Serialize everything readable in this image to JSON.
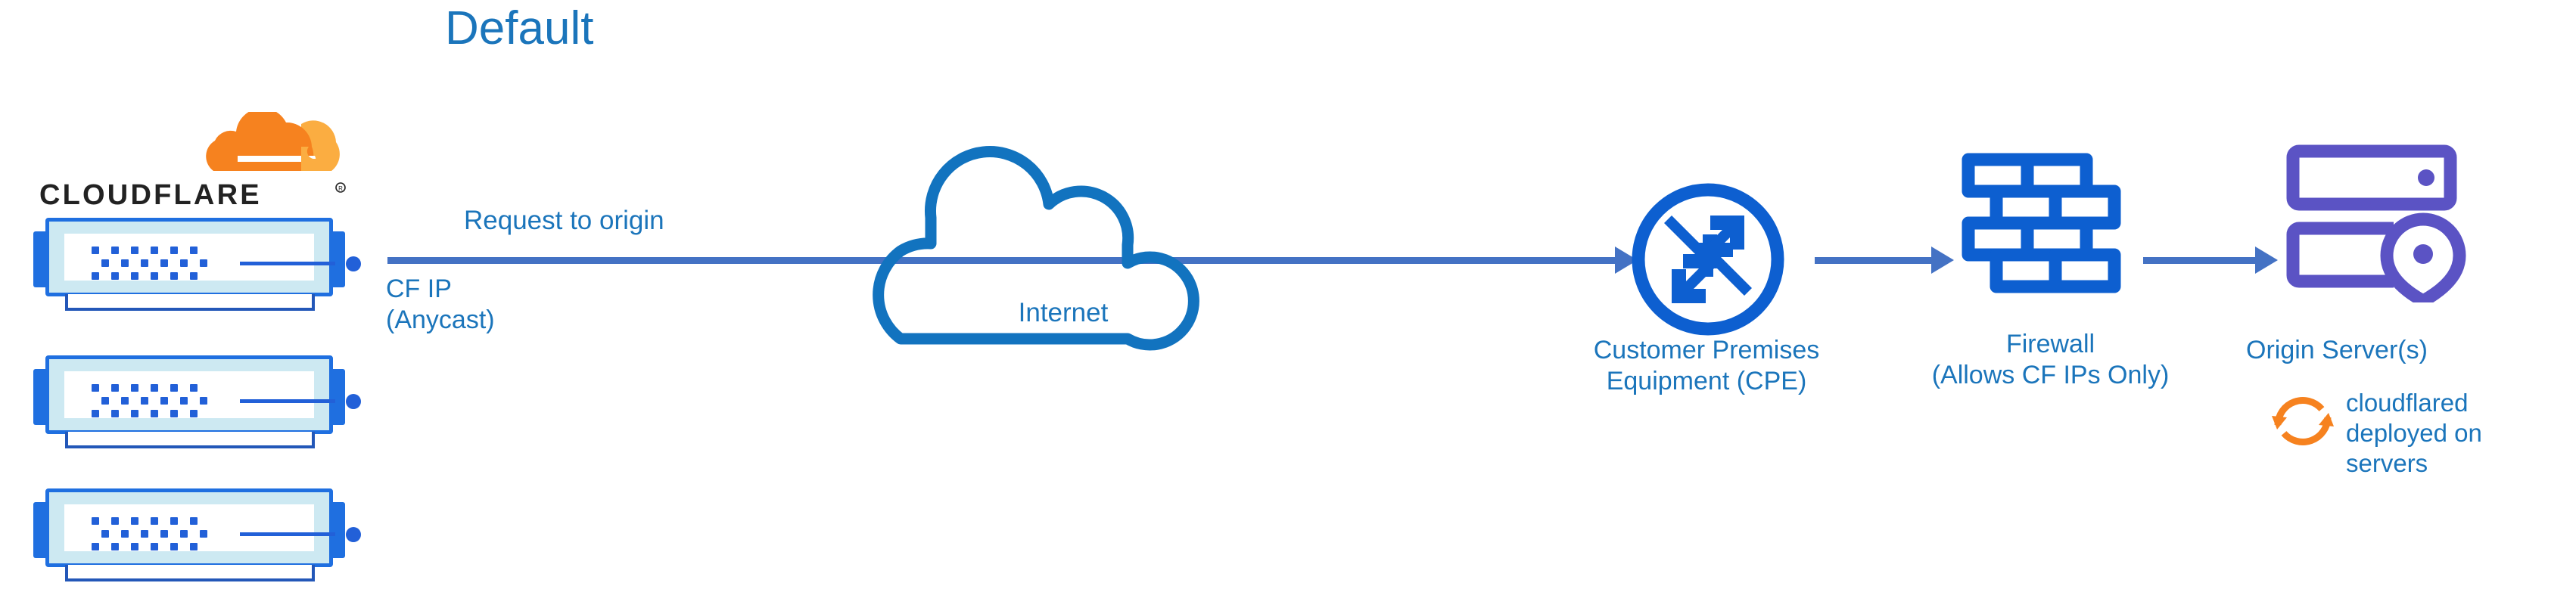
{
  "title": "Default",
  "colors": {
    "title_blue": "#1b75bb",
    "label_blue": "#1b75bb",
    "arrow_blue": "#4472c4",
    "icon_blue": "#0d5fd0",
    "cloud_outline_blue": "#1273bf",
    "origin_purple": "#5b53c4",
    "cf_orange": "#f6821f",
    "cf_orange_light": "#fbad41",
    "rack_body": "#cde9f2",
    "rack_border": "#1f6fe0",
    "wordmark_black": "#222222"
  },
  "brand": {
    "logo_wordmark": "CLOUDFLARE",
    "registered_mark": "®",
    "cloud_icon_name": "cloudflare-cloud-logo"
  },
  "nodes": {
    "edge": {
      "name": "cloudflare-edge-servers",
      "label": "CF IP\n(Anycast)",
      "server_count": 3
    },
    "internet": {
      "name": "internet-cloud",
      "label": "Internet"
    },
    "cpe": {
      "name": "customer-premises-equipment",
      "label": "Customer Premises\nEquipment (CPE)",
      "icon": "router-four-arrows-icon"
    },
    "firewall": {
      "name": "firewall",
      "label": "Firewall\n(Allows CF IPs Only)",
      "icon": "brick-wall-icon"
    },
    "origin": {
      "name": "origin-servers",
      "label": "Origin Server(s)",
      "icon": "server-rack-location-pin-icon"
    },
    "cloudflared": {
      "name": "cloudflared-daemon",
      "label": "cloudflared\ndeployed on\nservers",
      "icon": "sync-circular-arrows-icon"
    }
  },
  "flows": [
    {
      "name": "request-to-origin-flow",
      "label": "Request to origin",
      "from": "cloudflare-edge-servers",
      "to": "customer-premises-equipment"
    },
    {
      "name": "cpe-to-firewall-flow",
      "label": "",
      "from": "customer-premises-equipment",
      "to": "firewall"
    },
    {
      "name": "firewall-to-origin-flow",
      "label": "",
      "from": "firewall",
      "to": "origin-servers"
    }
  ]
}
